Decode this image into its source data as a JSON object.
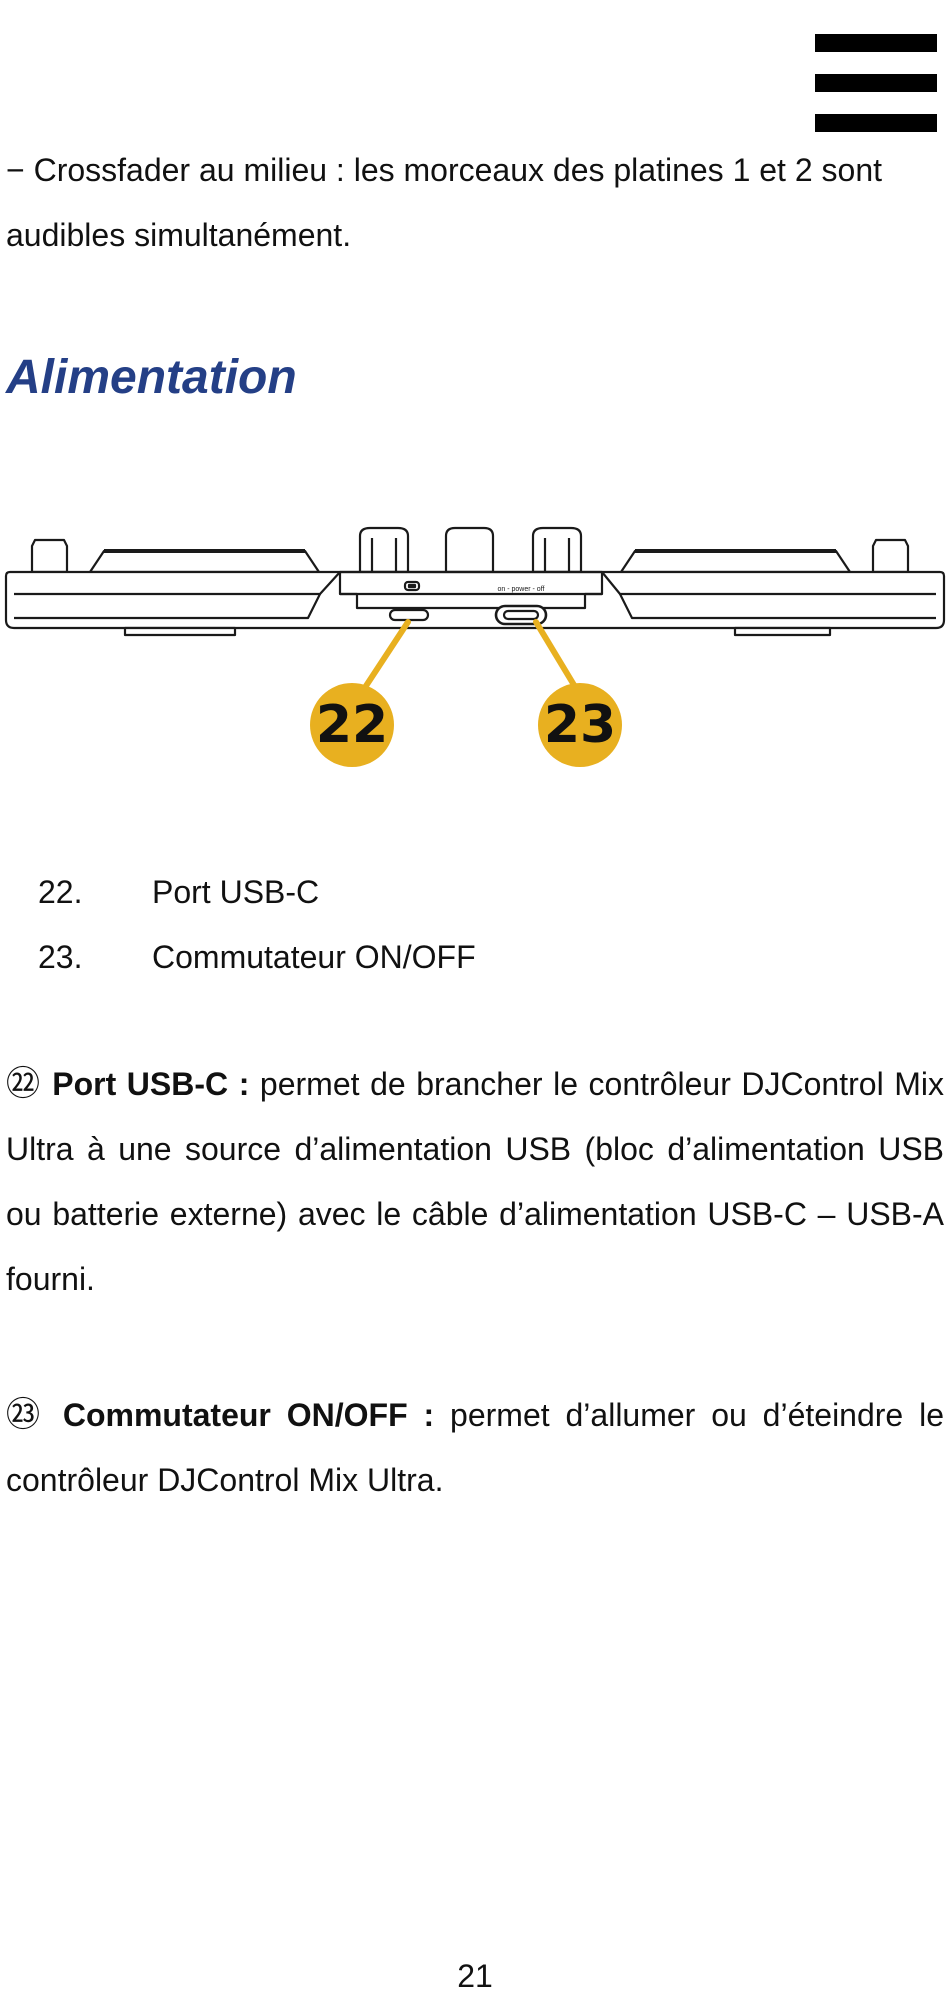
{
  "intro": {
    "text": "− Crossfader au milieu : les morceaux des platines 1 et 2 sont audibles simultanément."
  },
  "section": {
    "title": "Alimentation"
  },
  "diagram": {
    "panel_label": "on - power - off",
    "callouts": [
      {
        "number": "22"
      },
      {
        "number": "23"
      }
    ],
    "callout_color": "#e8b020"
  },
  "legend": [
    {
      "number": "22.",
      "label": "Port USB-C"
    },
    {
      "number": "23.",
      "label": "Commutateur ON/OFF"
    }
  ],
  "descriptions": [
    {
      "marker": "㉒",
      "term": "Port USB-C :",
      "text": "permet de brancher le contrôleur DJControl Mix Ultra à une source d’alimentation USB (bloc d’alimentation USB ou batterie externe) avec le câble d’alimentation USB-C – USB-A fourni."
    },
    {
      "marker": "㉓",
      "term": "Commutateur ON/OFF :",
      "text": "permet d’allumer ou d’éteindre le contrôleur DJControl Mix Ultra."
    }
  ],
  "footer": {
    "page_number": "21"
  },
  "colors": {
    "heading": "#243f86",
    "callout": "#e8b020"
  }
}
